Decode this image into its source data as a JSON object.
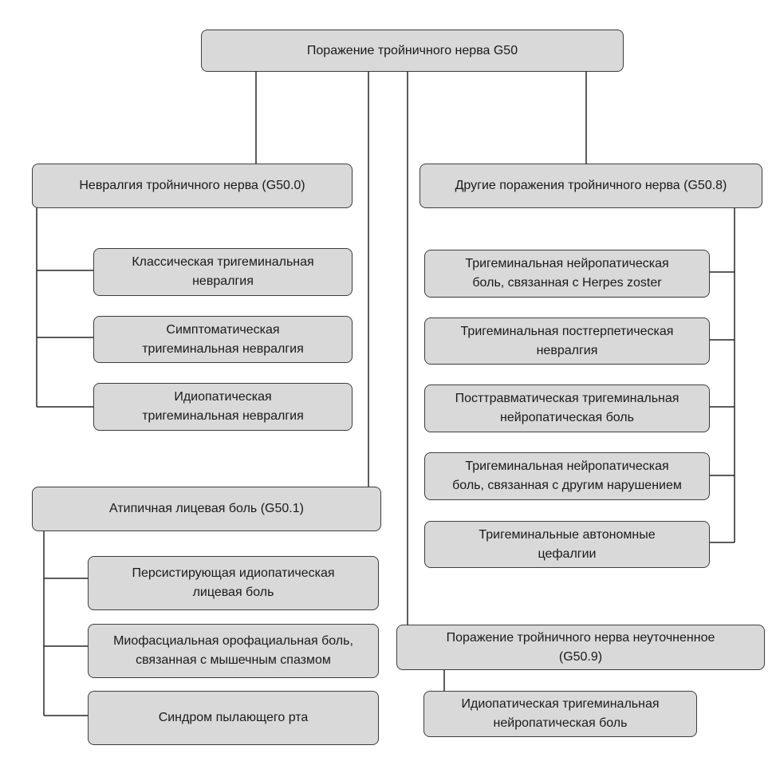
{
  "diagram": {
    "root": "Поражение тройничного нерва G50",
    "g500": {
      "title": "Невралгия тройничного нерва (G50.0)",
      "items": [
        "Классическая тригеминальная\nневралгия",
        "Симптоматическая\nтригеминальная невралгия",
        "Идиопатическая\nтригеминальная невралгия"
      ]
    },
    "g501": {
      "title": "Атипичная лицевая боль (G50.1)",
      "items": [
        "Персистирующая идиопатическая\nлицевая боль",
        "Миофасциальная орофациальная боль,\nсвязанная с мышечным спазмом",
        "Синдром пылающего рта"
      ]
    },
    "g508": {
      "title": "Другие поражения тройничного нерва (G50.8)",
      "items": [
        "Тригеминальная нейропатическая\nболь, связанная с Herpes zoster",
        "Тригеминальная постгерпетическая\nневралгия",
        "Посттравматическая тригеминальная\nнейропатическая боль",
        "Тригеминальная нейропатическая\nболь, связанная с другим нарушением",
        "Тригеминальные автономные\nцефалгии"
      ]
    },
    "g509": {
      "title": "Поражение тройничного нерва неуточненное\n(G50.9)",
      "items": [
        "Идиопатическая тригеминальная\nнейропатическая боль"
      ]
    },
    "colors": {
      "box_fill": "#d9d9d9",
      "box_border": "#3d3d3d",
      "connector": "#262626"
    }
  }
}
